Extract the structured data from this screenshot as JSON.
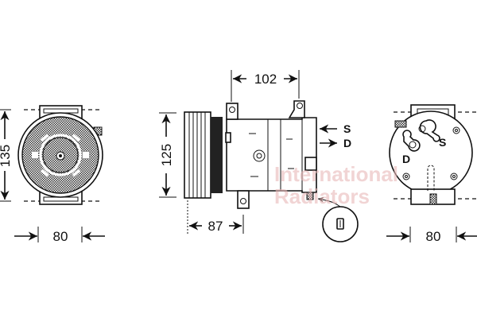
{
  "dimensions": {
    "front_height": "135",
    "front_width": "80",
    "side_height": "125",
    "mount_spacing": "102",
    "pulley_offset": "87",
    "rear_width": "80"
  },
  "ports": {
    "suction": "S",
    "discharge": "D"
  },
  "watermark": {
    "line1": "International",
    "line2": "Radiators",
    "color": "#f2d6d6"
  },
  "colors": {
    "line": "#111111",
    "background": "#ffffff"
  }
}
